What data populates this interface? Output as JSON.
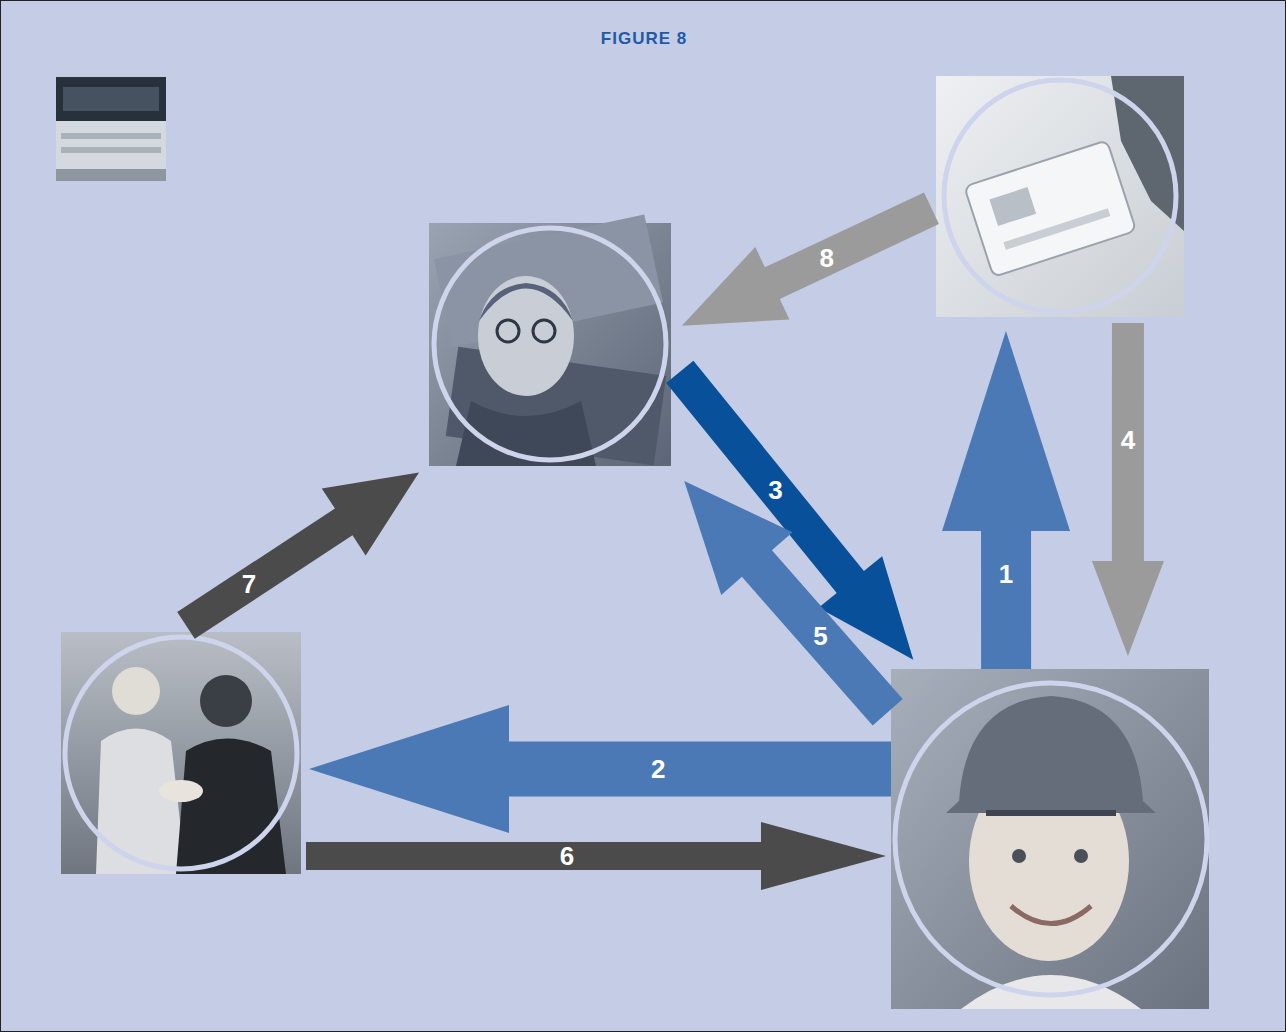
{
  "diagram": {
    "title": "FIGURE 8",
    "nodes": [
      {
        "text": []
      },
      {
        "text": []
      },
      {
        "text": []
      },
      {
        "text": []
      }
    ],
    "edges": [
      {
        "from": 3,
        "to": 0,
        "arrow": "to",
        "label": "1"
      },
      {
        "from": 3,
        "to": 2,
        "arrow": "to",
        "label": "2"
      },
      {
        "from": 1,
        "to": 3,
        "arrow": "to",
        "label": "3"
      },
      {
        "from": 0,
        "to": 3,
        "arrow": "to",
        "label": "4"
      },
      {
        "from": 3,
        "to": 1,
        "arrow": "to",
        "label": "5"
      },
      {
        "from": 2,
        "to": 3,
        "arrow": "to",
        "label": "6"
      },
      {
        "from": 2,
        "to": 1,
        "arrow": "to",
        "label": "7"
      },
      {
        "from": 0,
        "to": 1,
        "arrow": "to",
        "label": "8"
      }
    ]
  }
}
